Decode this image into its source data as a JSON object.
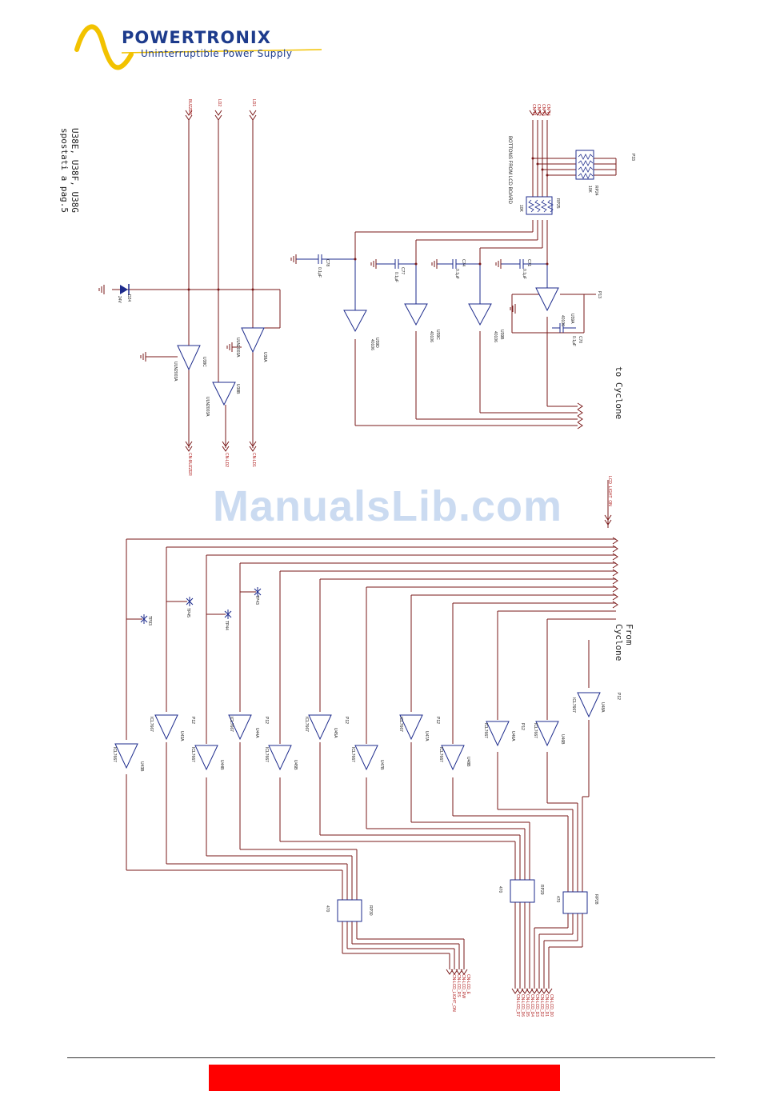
{
  "header": {
    "brand": "POWERTRONIX",
    "tagline": "Uninterruptible Power Supply",
    "colors": {
      "brand": "#1d3b8c",
      "swoosh": "#f2c200"
    }
  },
  "notes": {
    "moved_lines": [
      "U38E, U38F, U38G",
      "spostati a pag.5"
    ],
    "buttons_from_lcd": "BOTTONS FROM LCD BOARD",
    "to_cyclone": "to Cyclone",
    "from_cyclone": [
      "From",
      "Cyclone"
    ]
  },
  "nets": {
    "top_inputs": [
      "BUZZER",
      "LD2",
      "LD1"
    ],
    "top_outputs": [
      "CN-BUZZER",
      "CN-LD2",
      "CN-LD1"
    ],
    "buttons": [
      "CN-T1",
      "CN-T2",
      "CN-T3",
      "CN-T4"
    ],
    "lcd_light": "LCD_LIGHT_ON",
    "lcd_group_a": [
      "CN-LCD_E",
      "CN-LCD_RW",
      "CN-LCD_RS",
      "CN-LCD_LIGHT_ON"
    ],
    "lcd_group_b": [
      "CN-LCD_D0",
      "CN-LCD_D1",
      "CN-LCD_D2",
      "CN-LCD_D3",
      "CN-LCD_D4",
      "CN-LCD_D5",
      "CN-LCD_D6",
      "CN-LCD_D7"
    ]
  },
  "parts": {
    "drivers": [
      {
        "ref": "U38A",
        "type": "ULN2003A"
      },
      {
        "ref": "U38B",
        "type": "ULN2003A"
      },
      {
        "ref": "U38C",
        "type": "ULN2003A"
      }
    ],
    "schmitt": [
      {
        "ref": "U39A",
        "type": "40106"
      },
      {
        "ref": "U39B",
        "type": "40106"
      },
      {
        "ref": "U39C",
        "type": "40106"
      },
      {
        "ref": "U39D",
        "type": "40106"
      }
    ],
    "caps": [
      {
        "ref": "C71",
        "value": "0.1µF"
      },
      {
        "ref": "C74",
        "value": "0.1µF"
      },
      {
        "ref": "C77",
        "value": "0.1µF"
      },
      {
        "ref": "C78",
        "value": "0.1µF"
      },
      {
        "ref": "C70",
        "value": "0.1µF"
      }
    ],
    "resnets": [
      {
        "ref": "RP24",
        "value": "10K"
      },
      {
        "ref": "RP25",
        "value": "10K"
      },
      {
        "ref": "RP28",
        "value": "470"
      },
      {
        "ref": "RP29",
        "value": "470"
      },
      {
        "ref": "RP30",
        "value": "470"
      }
    ],
    "diode": {
      "ref": "D24",
      "value": "24V"
    },
    "buffers": [
      {
        "ref": "U43A",
        "type": "ICL7667"
      },
      {
        "ref": "U43B",
        "type": "ICL7667"
      },
      {
        "ref": "U44A",
        "type": "ICL7667"
      },
      {
        "ref": "U44B",
        "type": "ICL7667"
      },
      {
        "ref": "U45A",
        "type": "ICL7667"
      },
      {
        "ref": "U45B",
        "type": "ICL7667"
      },
      {
        "ref": "U46A",
        "type": "ICL7667"
      },
      {
        "ref": "U46B",
        "type": "ICL7667"
      },
      {
        "ref": "U47A",
        "type": "ICL7667"
      },
      {
        "ref": "U47B",
        "type": "ICL7667"
      },
      {
        "ref": "U48A",
        "type": "ICL7667"
      },
      {
        "ref": "U48B",
        "type": "ICL7667"
      }
    ],
    "testpoints": [
      "TP43",
      "TP44",
      "TP45",
      "TP93"
    ],
    "rail": "P13",
    "rail_12": "P12",
    "rail_33": "P33"
  },
  "watermark": "ManualsLib.com",
  "footer": {
    "bar_color": "#ff0000"
  }
}
